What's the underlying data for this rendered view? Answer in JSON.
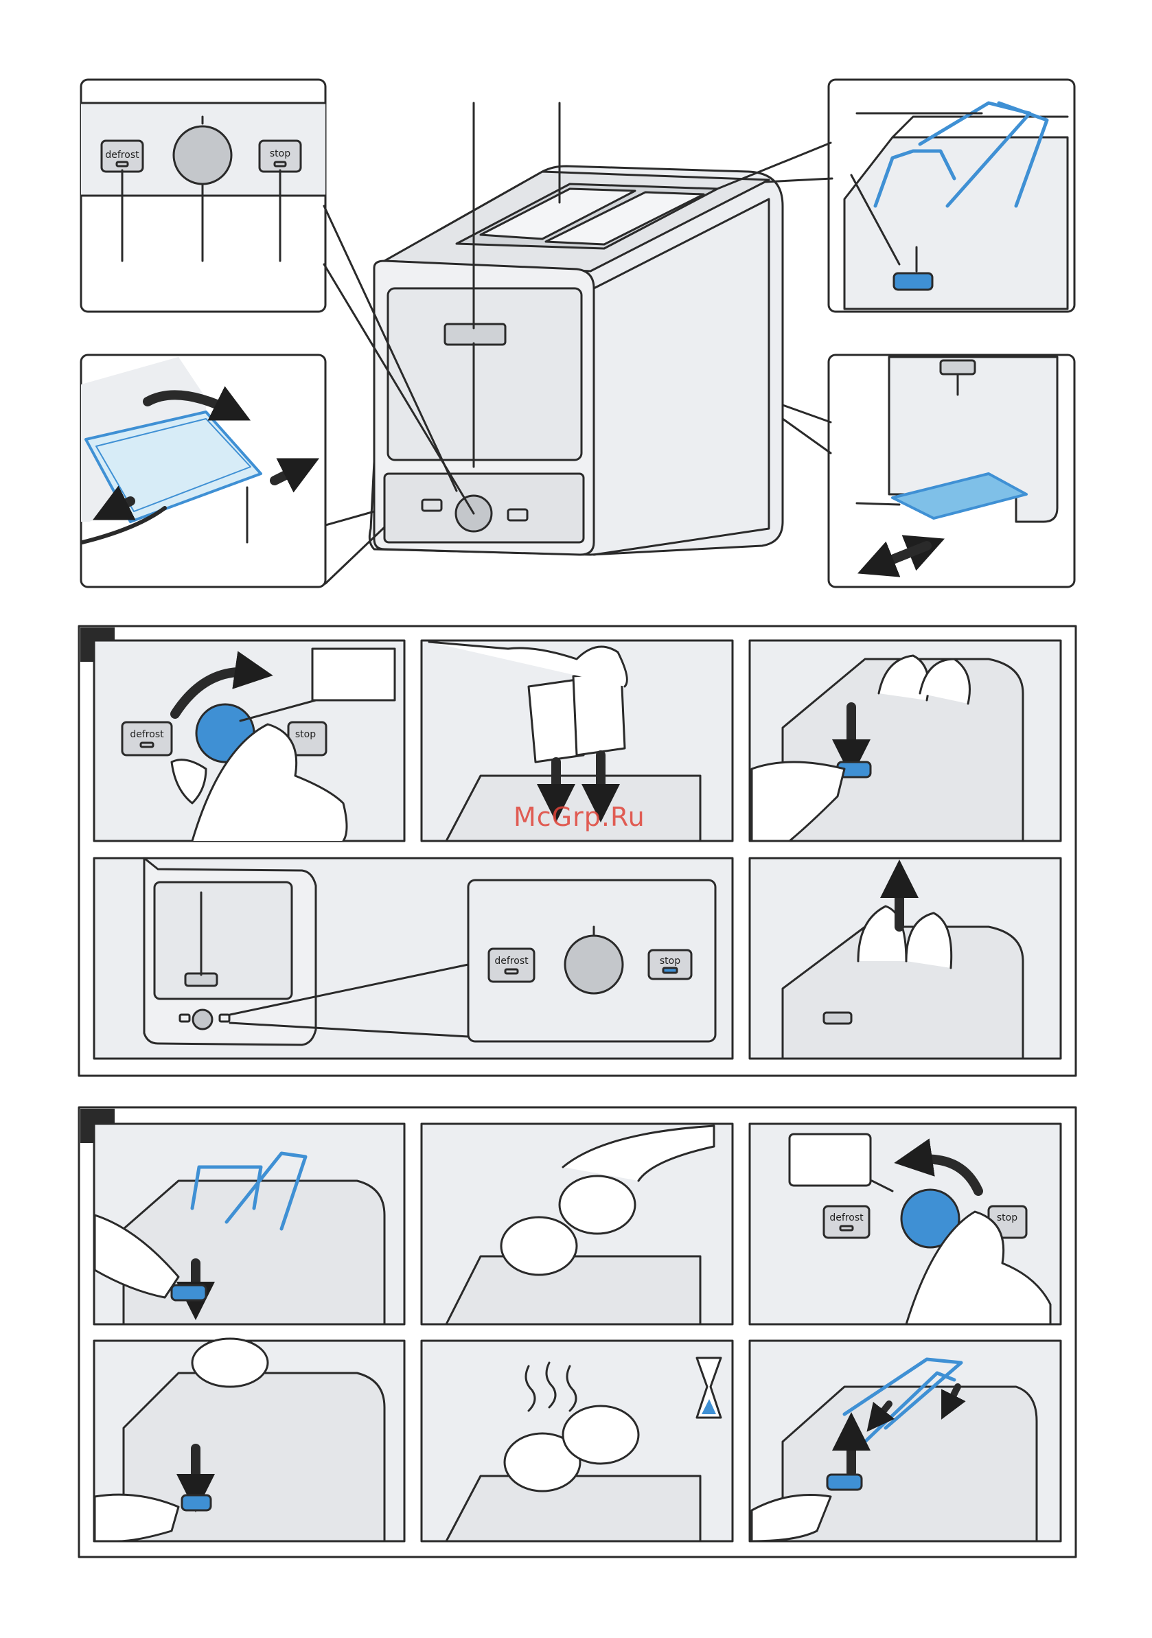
{
  "panel_labels": {
    "defrost": "defrost",
    "stop": "stop"
  },
  "watermark": "McGrp.Ru",
  "colors": {
    "accent_blue": "#3f90d4",
    "device_grey": "#d9dbdf",
    "panel_bg": "#eeeff2",
    "outline": "#2a2a2a",
    "section_marker": "#2a2a2a"
  },
  "icons": [
    "hourglass-icon",
    "steam-icon",
    "arrow-icon",
    "hand-icon"
  ]
}
